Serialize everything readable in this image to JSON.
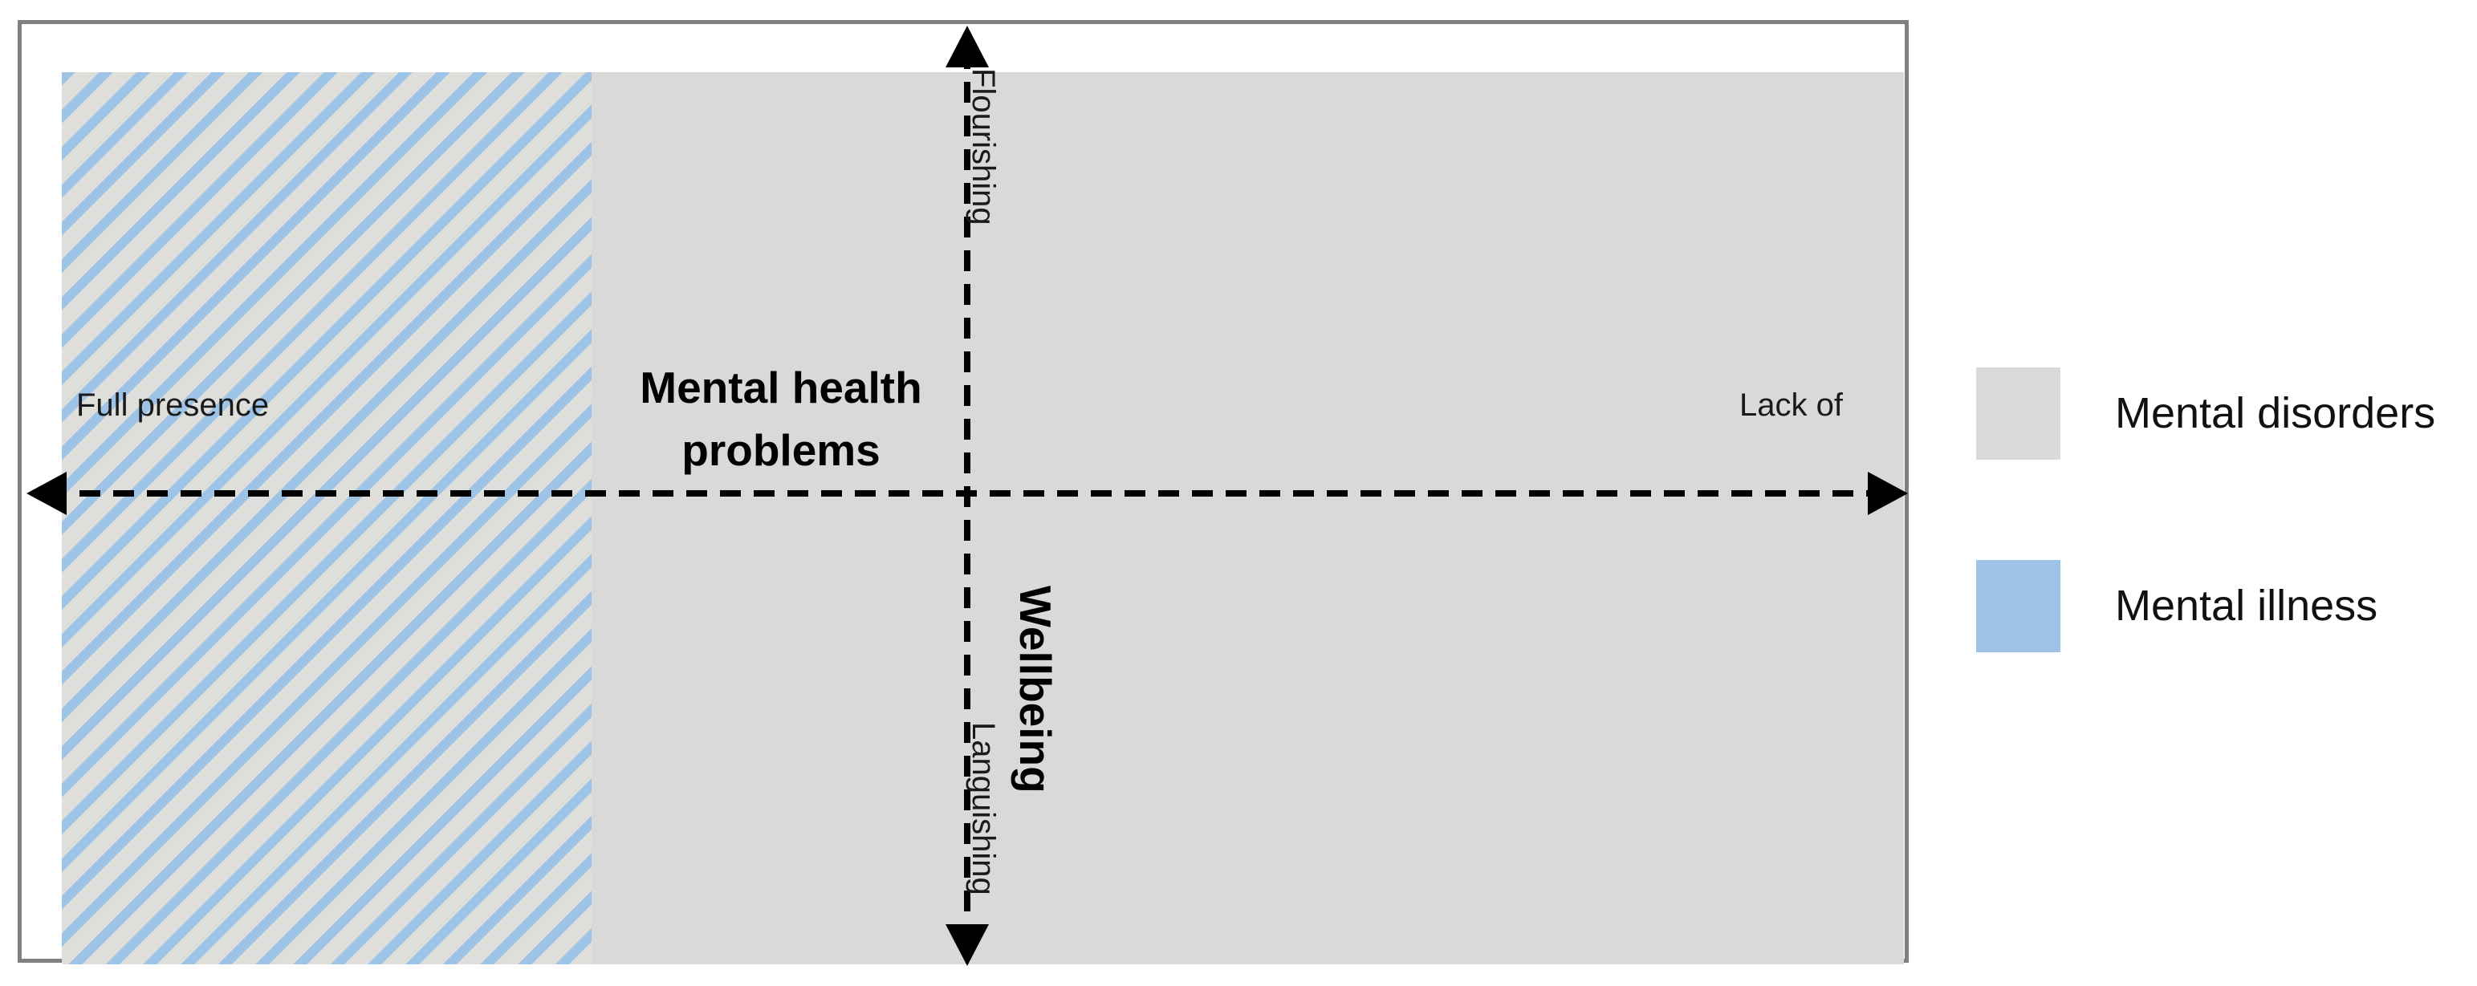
{
  "chart_data": {
    "type": "diagram",
    "subtype": "dual-continuum-quadrant",
    "title": "",
    "axes": {
      "horizontal": {
        "name": "Mental health problems",
        "left_end_label": "Full presence",
        "right_end_label": "Lack of",
        "style": "dashed double-headed arrow"
      },
      "vertical": {
        "name": "Wellbeing",
        "top_end_label": "Flourishing",
        "bottom_end_label": "Languishing",
        "style": "dashed double-headed arrow"
      }
    },
    "regions": [
      {
        "name": "Mental disorders",
        "fill": "#D9D9D9",
        "extent": "full plot area"
      },
      {
        "name": "Mental illness",
        "fill": "#9DC3E6",
        "pattern": "diagonal hatch",
        "extent": "left band, full presence side"
      }
    ],
    "legend": {
      "position": "right",
      "entries": [
        {
          "label": "Mental disorders",
          "color": "#D9D9D9",
          "swatch": "solid"
        },
        {
          "label": "Mental illness",
          "color": "#9DC3E6",
          "swatch": "solid"
        }
      ]
    },
    "grid": false,
    "annotations": [
      "Mental health problems",
      "Wellbeing"
    ]
  },
  "figure": {
    "horizontal_axis": {
      "left_label": "Full presence",
      "right_label": "Lack of",
      "title": "Mental health problems"
    },
    "vertical_axis": {
      "top_label": "Flourishing",
      "bottom_label": "Languishing",
      "title": "Wellbeing"
    }
  },
  "legend": {
    "items": [
      {
        "label": "Mental disorders"
      },
      {
        "label": "Mental illness"
      }
    ]
  },
  "colors": {
    "grey_field": "#D9D9D9",
    "blue_hatch": "#9DC3E6",
    "hatch_background": "#DEDEDA",
    "frame_border": "#808080",
    "axis_line": "#000000",
    "text": "#000000"
  }
}
